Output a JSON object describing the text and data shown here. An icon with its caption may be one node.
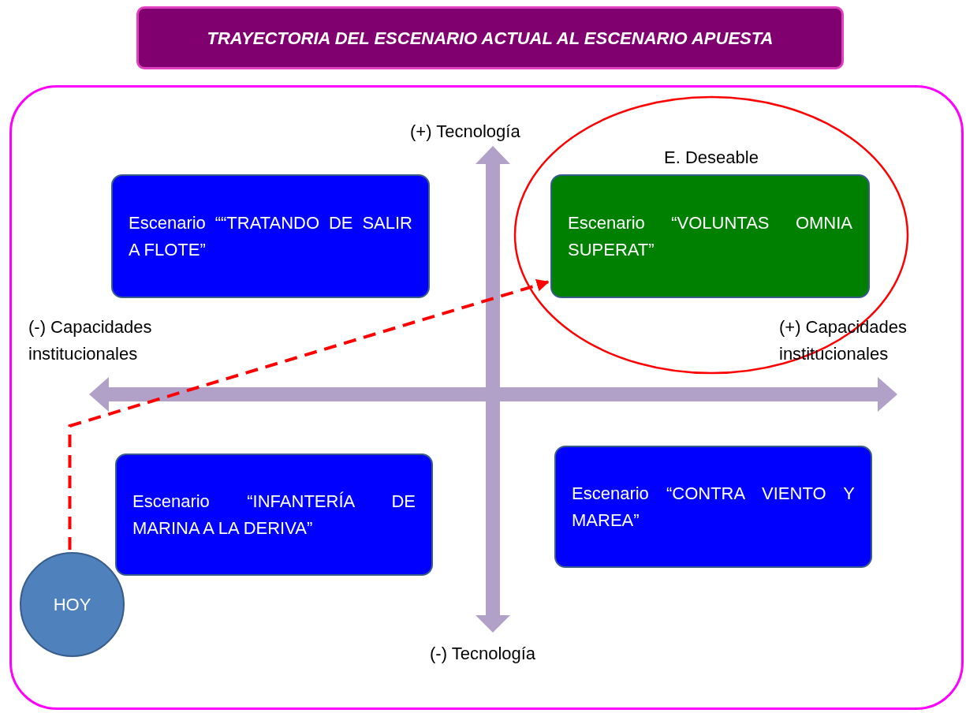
{
  "diagram": {
    "title": "TRAYECTORIA DEL ESCENARIO ACTUAL AL ESCENARIO APUESTA",
    "nodes": [
      {
        "text": [],
        "shape": "box"
      },
      {
        "text": [
          "Escenario ““TRATANDO DE SALIR A FLOTE”"
        ],
        "in": 0
      },
      {
        "text": [
          "E. Deseable"
        ],
        "in": 0
      },
      {
        "text": [
          "Escenario “VOLUNTAS OMNIA SUPERAT”"
        ],
        "in": 2
      },
      {
        "text": [
          "Escenario “INFANTERÍA DE MARINA A LA DERIVA”"
        ],
        "in": 0
      },
      {
        "text": [
          "Escenario “CONTRA VIENTO Y MAREA”"
        ],
        "in": 0
      },
      {
        "text": [
          "HOY"
        ],
        "in": 0
      }
    ],
    "edges": [
      {
        "from": 6,
        "to": 3,
        "arrow": "to",
        "style": "dashed",
        "color": "#ff0000"
      }
    ],
    "labels": [
      "(+) Tecnología",
      "(-) Capacidades institucionales",
      "(+) Capacidades institucionales",
      "(-) Tecnología"
    ]
  }
}
